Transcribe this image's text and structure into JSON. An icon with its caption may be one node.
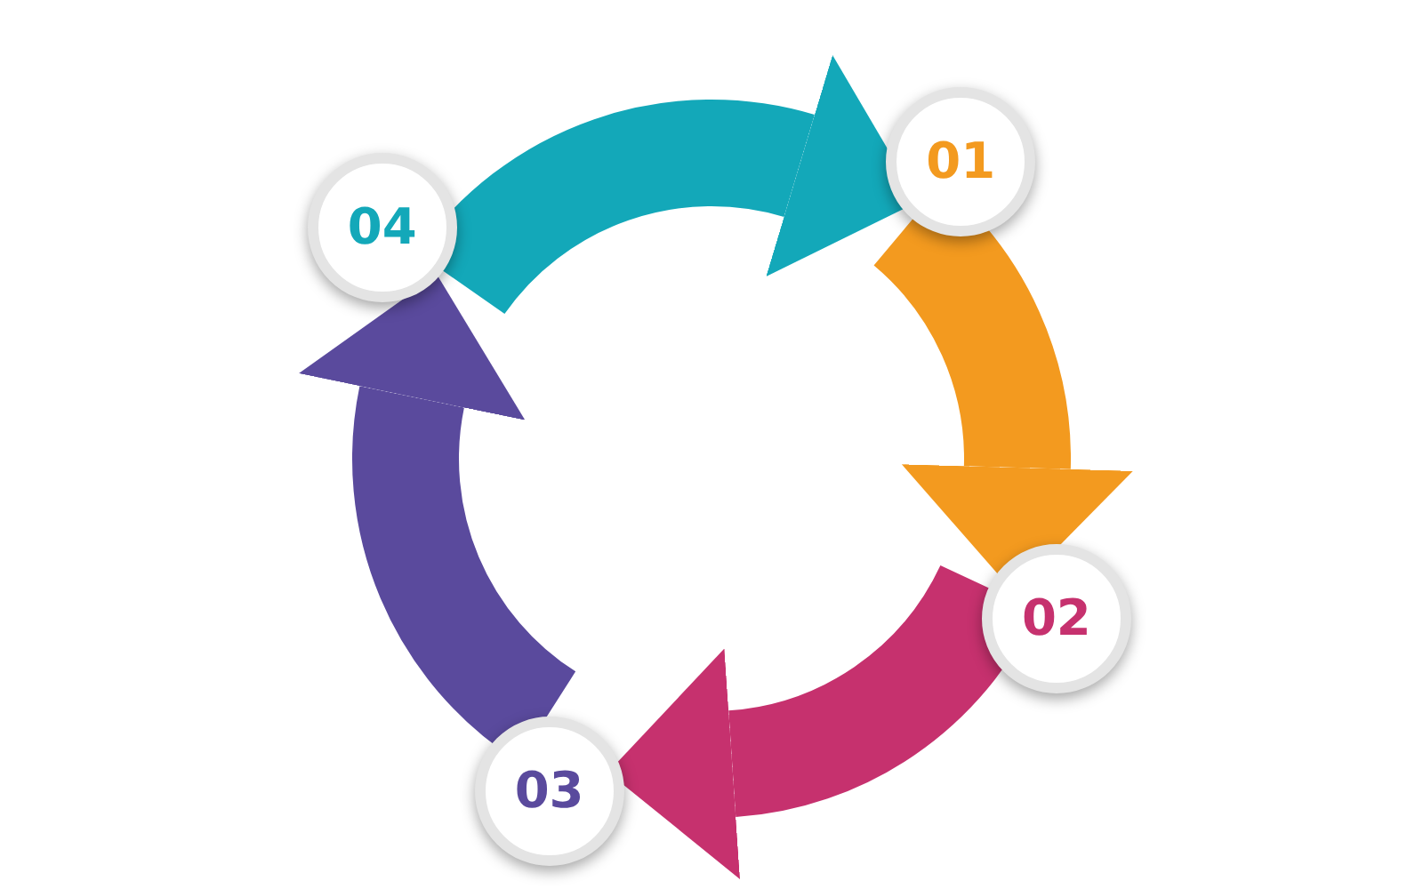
{
  "diagram": {
    "nodes": [
      {
        "text": [
          "01"
        ]
      },
      {
        "text": [
          "02"
        ]
      },
      {
        "text": [
          "03"
        ]
      },
      {
        "text": [
          "04"
        ]
      }
    ],
    "edges": [
      {
        "from": 3,
        "to": 0,
        "arrow": "to",
        "color": "#13a8b9"
      },
      {
        "from": 0,
        "to": 1,
        "arrow": "to",
        "color": "#f39a1f"
      },
      {
        "from": 1,
        "to": 2,
        "arrow": "to",
        "color": "#c6316e"
      },
      {
        "from": 2,
        "to": 3,
        "arrow": "to",
        "color": "#5a4a9d"
      }
    ]
  }
}
